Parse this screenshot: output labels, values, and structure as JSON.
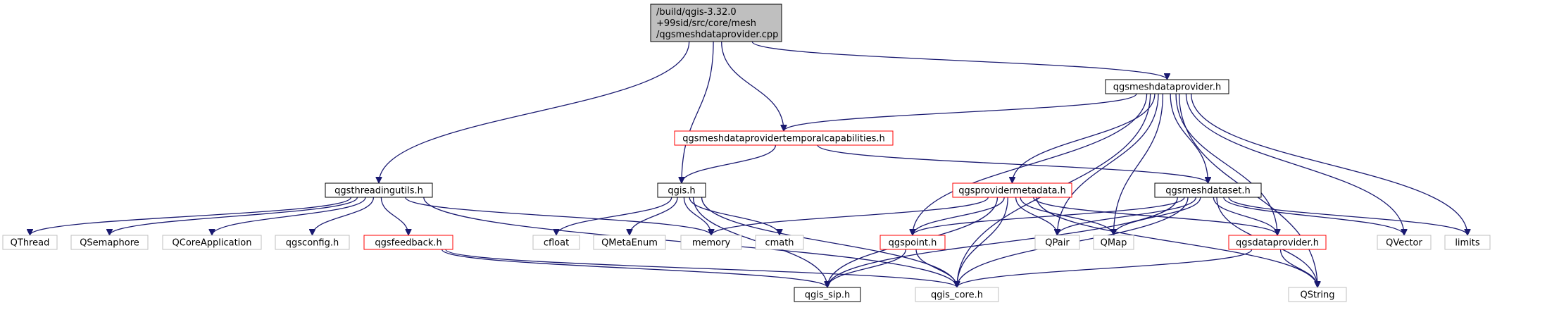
{
  "graph": {
    "colors": {
      "edge": "#191970",
      "root_fill": "#bfbfbf",
      "documented": "#000000",
      "undocumented": "#bfbfbf",
      "truncated": "#ff0000"
    },
    "nodes": [
      {
        "id": "root",
        "lines": [
          "/build/qgis-3.32.0",
          "+99sid/src/core/mesh",
          "/qgsmeshdataprovider.cpp"
        ],
        "kind": "root"
      },
      {
        "id": "meshdataprovider",
        "lines": [
          "qgsmeshdataprovider.h"
        ],
        "kind": "documented"
      },
      {
        "id": "temporalcaps",
        "lines": [
          "qgsmeshdataprovidertemporalcapabilities.h"
        ],
        "kind": "truncated"
      },
      {
        "id": "threadingutils",
        "lines": [
          "qgsthreadingutils.h"
        ],
        "kind": "documented"
      },
      {
        "id": "qgis",
        "lines": [
          "qgis.h"
        ],
        "kind": "documented"
      },
      {
        "id": "providermetadata",
        "lines": [
          "qgsprovidermetadata.h"
        ],
        "kind": "truncated"
      },
      {
        "id": "meshdataset",
        "lines": [
          "qgsmeshdataset.h"
        ],
        "kind": "documented"
      },
      {
        "id": "qthread",
        "lines": [
          "QThread"
        ],
        "kind": "undocumented"
      },
      {
        "id": "qsemaphore",
        "lines": [
          "QSemaphore"
        ],
        "kind": "undocumented"
      },
      {
        "id": "qcoreapplication",
        "lines": [
          "QCoreApplication"
        ],
        "kind": "undocumented"
      },
      {
        "id": "qgsconfig",
        "lines": [
          "qgsconfig.h"
        ],
        "kind": "undocumented"
      },
      {
        "id": "feedback",
        "lines": [
          "qgsfeedback.h"
        ],
        "kind": "truncated"
      },
      {
        "id": "cfloat",
        "lines": [
          "cfloat"
        ],
        "kind": "undocumented"
      },
      {
        "id": "qmetaenum",
        "lines": [
          "QMetaEnum"
        ],
        "kind": "undocumented"
      },
      {
        "id": "memory",
        "lines": [
          "memory"
        ],
        "kind": "undocumented"
      },
      {
        "id": "cmath",
        "lines": [
          "cmath"
        ],
        "kind": "undocumented"
      },
      {
        "id": "qgspoint",
        "lines": [
          "qgspoint.h"
        ],
        "kind": "truncated"
      },
      {
        "id": "qpair",
        "lines": [
          "QPair"
        ],
        "kind": "undocumented"
      },
      {
        "id": "qmap",
        "lines": [
          "QMap"
        ],
        "kind": "undocumented"
      },
      {
        "id": "dataprovider",
        "lines": [
          "qgsdataprovider.h"
        ],
        "kind": "truncated"
      },
      {
        "id": "qvector",
        "lines": [
          "QVector"
        ],
        "kind": "undocumented"
      },
      {
        "id": "limits",
        "lines": [
          "limits"
        ],
        "kind": "undocumented"
      },
      {
        "id": "qgis_sip",
        "lines": [
          "qgis_sip.h"
        ],
        "kind": "documented"
      },
      {
        "id": "qgis_core",
        "lines": [
          "qgis_core.h"
        ],
        "kind": "undocumented"
      },
      {
        "id": "qstring",
        "lines": [
          "QString"
        ],
        "kind": "undocumented"
      }
    ],
    "edges": [
      [
        "root",
        "meshdataprovider"
      ],
      [
        "root",
        "temporalcaps"
      ],
      [
        "root",
        "threadingutils"
      ],
      [
        "root",
        "qgis"
      ],
      [
        "meshdataprovider",
        "temporalcaps"
      ],
      [
        "meshdataprovider",
        "providermetadata"
      ],
      [
        "meshdataprovider",
        "meshdataset"
      ],
      [
        "meshdataprovider",
        "qgspoint"
      ],
      [
        "meshdataprovider",
        "qpair"
      ],
      [
        "meshdataprovider",
        "qmap"
      ],
      [
        "meshdataprovider",
        "dataprovider"
      ],
      [
        "meshdataprovider",
        "qvector"
      ],
      [
        "meshdataprovider",
        "limits"
      ],
      [
        "meshdataprovider",
        "qgis_core"
      ],
      [
        "meshdataprovider",
        "qstring"
      ],
      [
        "temporalcaps",
        "qgis"
      ],
      [
        "temporalcaps",
        "meshdataset"
      ],
      [
        "threadingutils",
        "qthread"
      ],
      [
        "threadingutils",
        "qsemaphore"
      ],
      [
        "threadingutils",
        "qcoreapplication"
      ],
      [
        "threadingutils",
        "qgsconfig"
      ],
      [
        "threadingutils",
        "feedback"
      ],
      [
        "threadingutils",
        "memory"
      ],
      [
        "threadingutils",
        "qgis_core"
      ],
      [
        "qgis",
        "cfloat"
      ],
      [
        "qgis",
        "qmetaenum"
      ],
      [
        "qgis",
        "memory"
      ],
      [
        "qgis",
        "cmath"
      ],
      [
        "qgis",
        "qgis_sip"
      ],
      [
        "qgis",
        "qgis_core"
      ],
      [
        "providermetadata",
        "memory"
      ],
      [
        "providermetadata",
        "qgspoint"
      ],
      [
        "providermetadata",
        "qpair"
      ],
      [
        "providermetadata",
        "qmap"
      ],
      [
        "providermetadata",
        "dataprovider"
      ],
      [
        "providermetadata",
        "qgis_sip"
      ],
      [
        "providermetadata",
        "qgis_core"
      ],
      [
        "providermetadata",
        "qstring"
      ],
      [
        "meshdataset",
        "qgspoint"
      ],
      [
        "meshdataset",
        "qpair"
      ],
      [
        "meshdataset",
        "qmap"
      ],
      [
        "meshdataset",
        "dataprovider"
      ],
      [
        "meshdataset",
        "qvector"
      ],
      [
        "meshdataset",
        "limits"
      ],
      [
        "meshdataset",
        "qgis_sip"
      ],
      [
        "meshdataset",
        "qgis_core"
      ],
      [
        "meshdataset",
        "qstring"
      ],
      [
        "feedback",
        "qgis_sip"
      ],
      [
        "feedback",
        "qgis_core"
      ],
      [
        "qgspoint",
        "qgis_sip"
      ],
      [
        "qgspoint",
        "qgis_core"
      ],
      [
        "dataprovider",
        "qgis_core"
      ],
      [
        "dataprovider",
        "qstring"
      ]
    ]
  }
}
